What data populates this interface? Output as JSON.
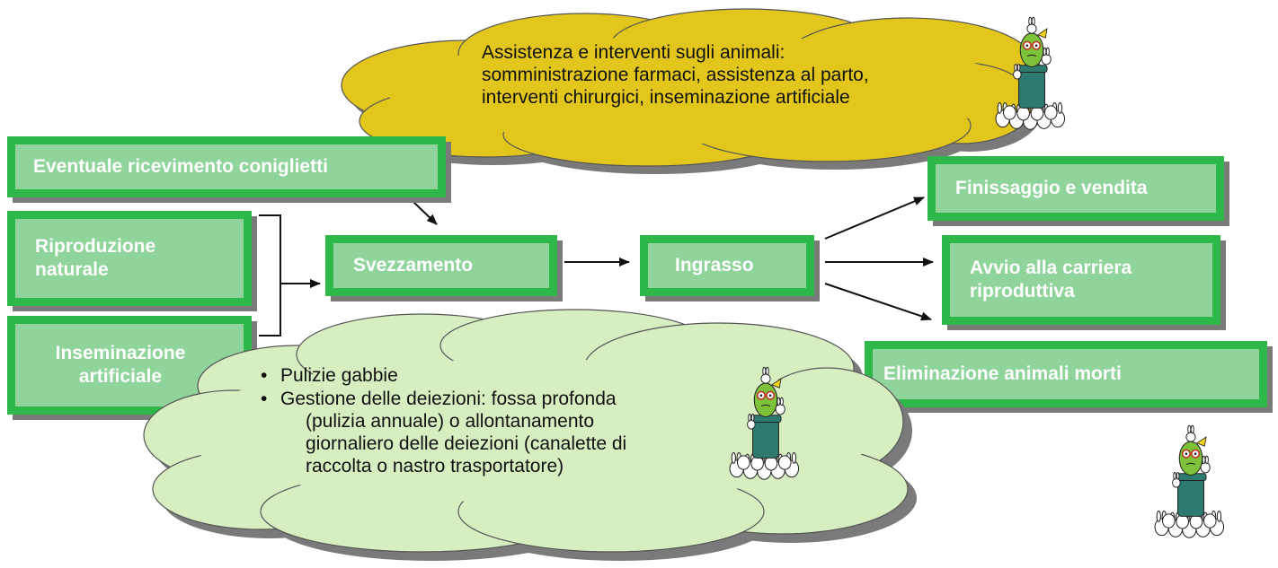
{
  "colors": {
    "box_fill": "#8fd49a",
    "box_border": "#2eb84a",
    "box_text": "#ffffff",
    "cloud_yellow": "#e3c61c",
    "cloud_green": "#d7eec0",
    "shadow": "#7a7a7a"
  },
  "boxes": {
    "ricevimento": "Eventuale ricevimento coniglietti",
    "riproduzione": [
      "Riproduzione",
      "naturale"
    ],
    "inseminazione": [
      "Inseminazione",
      "artificiale"
    ],
    "svezzamento": "Svezzamento",
    "ingrasso": "Ingrasso",
    "finissaggio": "Finissaggio e vendita",
    "avvio": [
      "Avvio alla carriera",
      "riproduttiva"
    ],
    "eliminazione": "Eliminazione animali morti"
  },
  "yellow_cloud": {
    "lines": [
      "Assistenza e interventi sugli animali:",
      "somministrazione farmaci, assistenza al parto,",
      "interventi chirurgici,  inseminazione artificiale"
    ]
  },
  "green_cloud": {
    "bullet_1": "Pulizie gabbie",
    "bullet_2": [
      "Gestione delle deiezioni: fossa profonda",
      "(pulizia annuale) o allontanamento",
      "giornaliero delle deiezioni (canalette di",
      "raccolta o nastro trasportatore)"
    ]
  },
  "icons": [
    "green-creature-with-rabbits-icon"
  ]
}
